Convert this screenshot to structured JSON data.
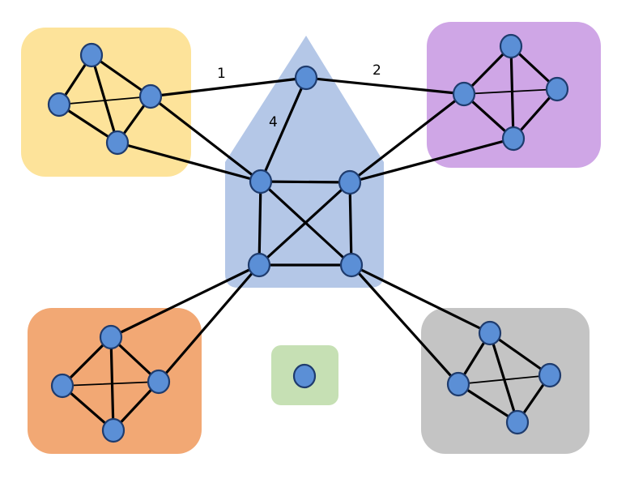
{
  "colors": {
    "cluster_yellow": "#fde39a",
    "cluster_purple": "#cfa6e6",
    "cluster_orange": "#f2a874",
    "cluster_gray": "#c4c4c4",
    "cluster_green": "#c6e0b4",
    "center_region": "#b4c7e7",
    "node_fill": "#5b8fd6",
    "node_stroke": "#1f3c6e",
    "edge": "#000000"
  },
  "edge_labels": {
    "label_1": "1",
    "label_2": "2",
    "label_4": "4"
  }
}
